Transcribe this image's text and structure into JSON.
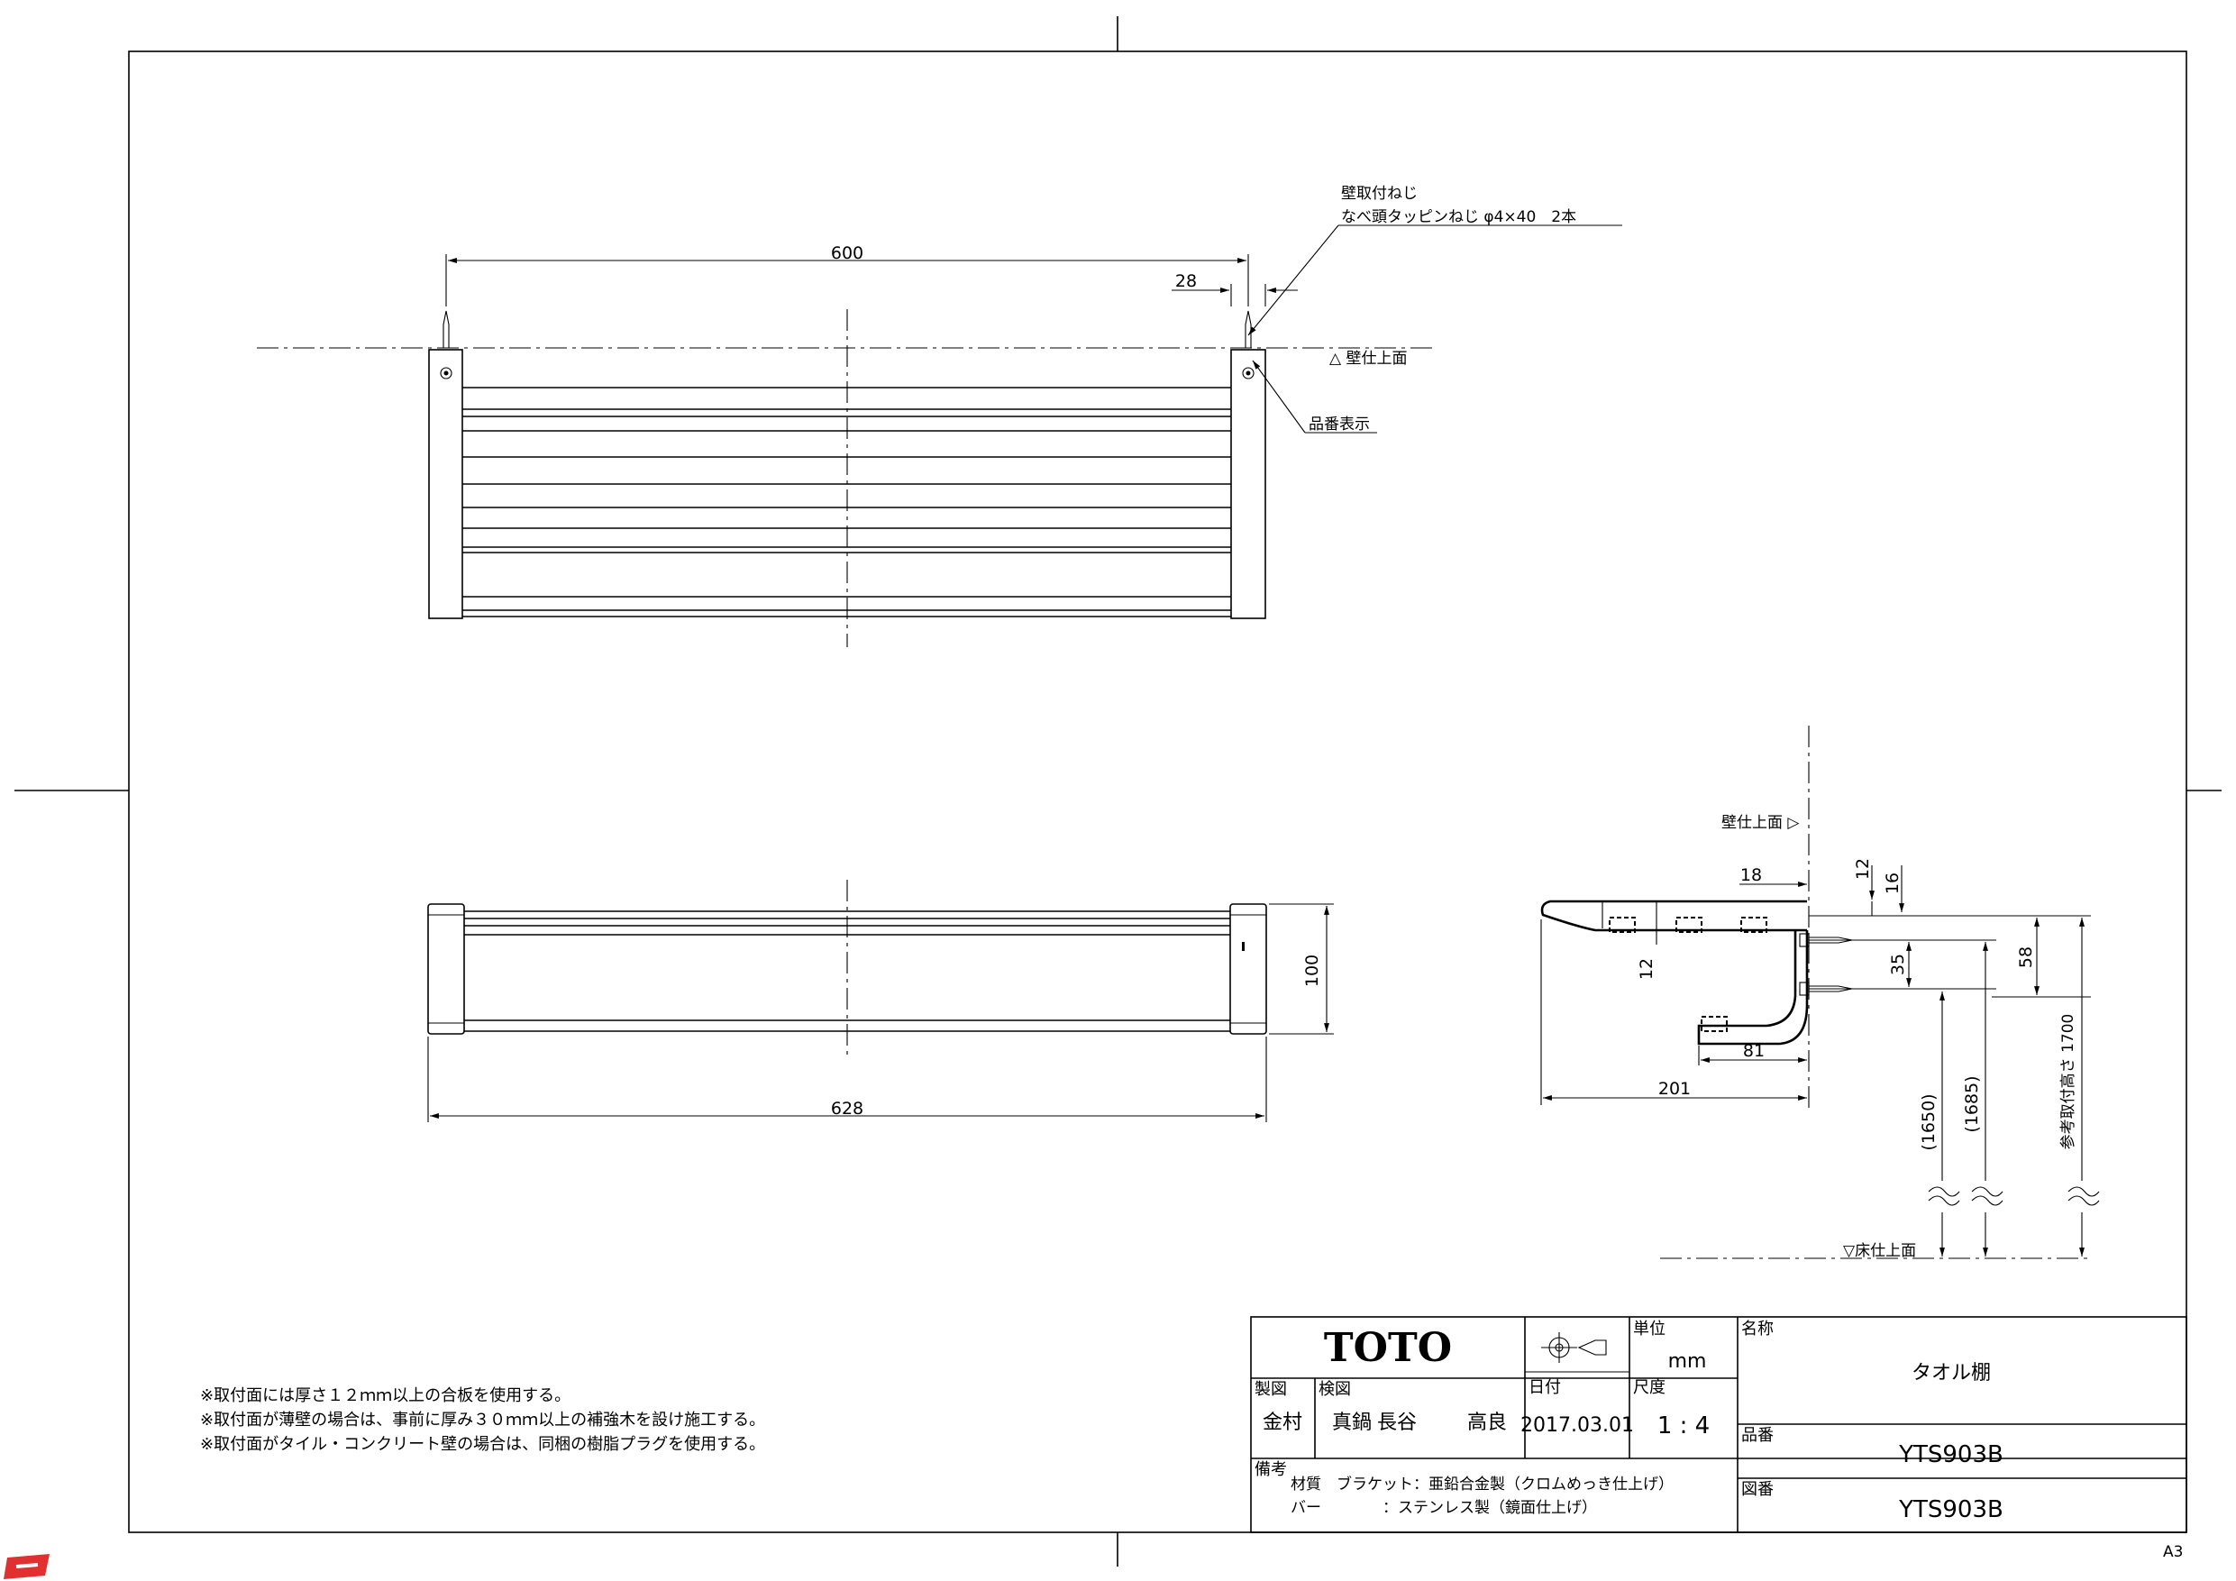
{
  "top_view": {
    "screw_note_line1": "壁取付ねじ",
    "screw_note_line2": "なべ頭タッピンねじ φ4×40　2本",
    "dim_width": "600",
    "dim_28": "28",
    "wall_surface_label": "△ 壁仕上面",
    "product_number_label": "品番表示"
  },
  "front_view": {
    "dim_height": "100",
    "dim_width": "628"
  },
  "side_view": {
    "wall_surface_label": "壁仕上面 ▷",
    "floor_surface_label": "▽床仕上面",
    "dim_18": "18",
    "dim_12_top": "12",
    "dim_16": "16",
    "dim_12_left": "12",
    "dim_35": "35",
    "dim_58": "58",
    "dim_81": "81",
    "dim_201": "201",
    "dim_1650": "(1650)",
    "dim_1685": "(1685)",
    "dim_1700": "参考取付高さ 1700"
  },
  "notes": [
    "※取付面には厚さ１２ｍｍ以上の合板を使用する。",
    "※取付面が薄壁の場合は、事前に厚み３０ｍｍ以上の補強木を設け施工する。",
    "※取付面がタイル・コンクリート壁の場合は、同梱の樹脂プラグを使用する。"
  ],
  "title_block": {
    "logo": "TOTO",
    "unit_label": "単位",
    "unit_value": "mm",
    "name_label": "名称",
    "name_value": "タオル棚",
    "drawn_label": "製図",
    "drawn_value": "金村",
    "checked_label": "検図",
    "checked_value_1": "真鍋",
    "checked_value_2": "長谷",
    "checked_value_3": "高良",
    "date_label": "日付",
    "date_value": "2017.03.01",
    "scale_label": "尺度",
    "scale_value": "1 : 4",
    "product_label": "品番",
    "product_value": "YTS903B",
    "remarks_label": "備考",
    "material_line1": "材質　ブラケット：亜鉛合金製（クロムめっき仕上げ）",
    "material_line2": "バー　　　　：ステンレス製（鏡面仕上げ）",
    "drawing_label": "図番",
    "drawing_value": "YTS903B"
  },
  "paper_size": "A3"
}
